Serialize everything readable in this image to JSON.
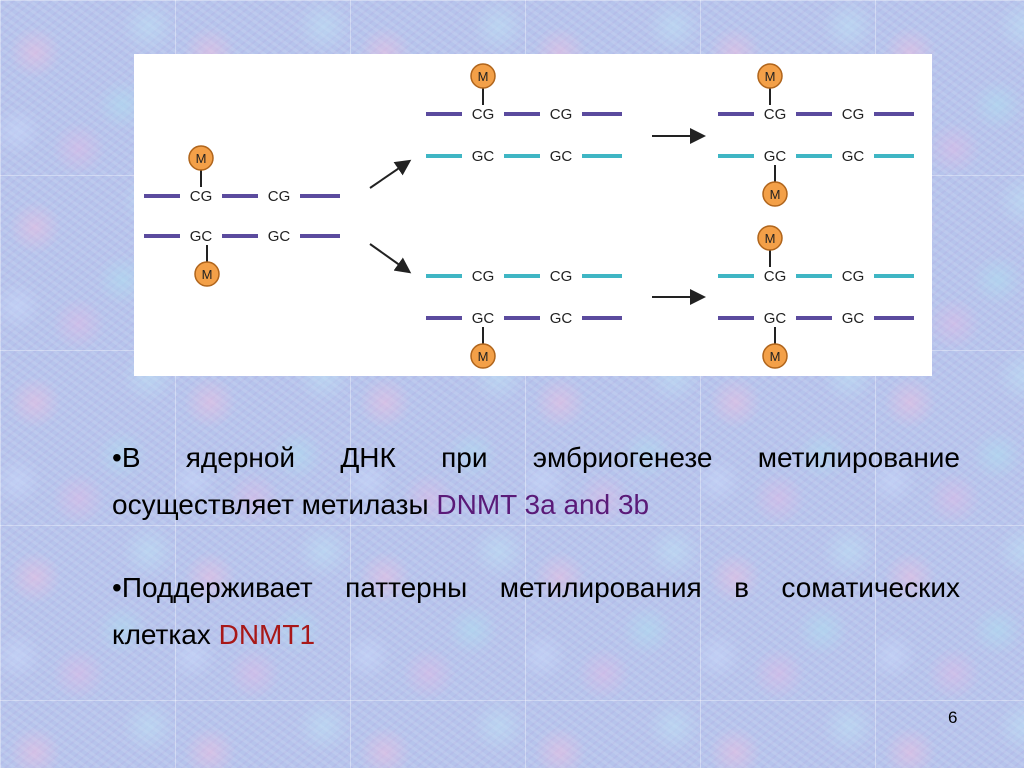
{
  "diagram": {
    "strand_top_label": "CG",
    "strand_bottom_label": "GC",
    "methyl_label": "M",
    "colors": {
      "parent_strand": "#5b4b9e",
      "new_strand": "#3fb6c4",
      "methyl_fill": "#f3a048",
      "methyl_stroke": "#b0651c"
    },
    "arrow_icon": "arrow-right-icon"
  },
  "content": {
    "bullet1": {
      "marker": "•",
      "text": "В ядерной ДНК при эмбриогенезе метилирование осуществляет метилазы",
      "enzyme": "DNMT 3a and 3b"
    },
    "bullet2": {
      "marker": "•",
      "text": "Поддерживает паттерны метилирования в соматических клетках",
      "enzyme": "DNMT1"
    }
  },
  "slide_number": "6"
}
